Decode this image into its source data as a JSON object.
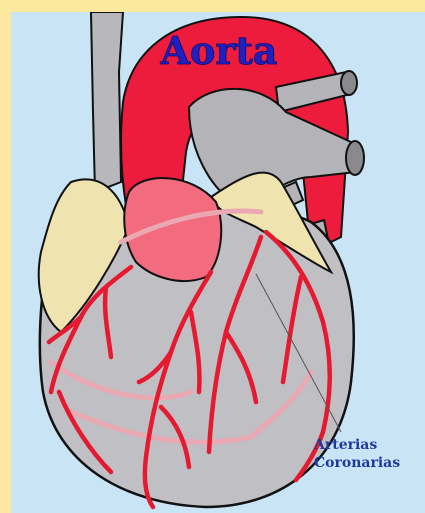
{
  "labels": {
    "aorta": "Aorta",
    "coronary_line1": "Arterias",
    "coronary_line2": "Coronarias"
  },
  "colors": {
    "page_border": "#fde8a0",
    "background": "#c8e4f5",
    "aorta_red": "#ee1c3c",
    "vessel_gray": "#b4b4b8",
    "heart_gray": "#bfbfc4",
    "fat_yellow": "#efe3b0",
    "pink_root": "#f26b7e",
    "label_blue": "#1f3a9e",
    "aorta_text": "#2020c0"
  }
}
